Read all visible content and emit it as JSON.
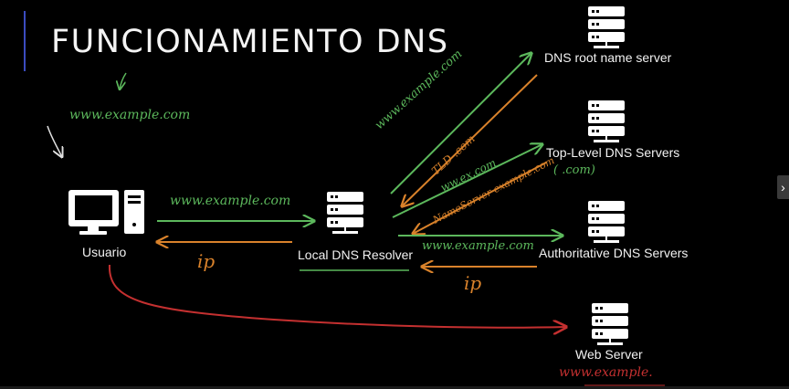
{
  "slide": {
    "title": "FUNCIONAMIENTO DNS"
  },
  "nodes": {
    "usuario": "Usuario",
    "local_resolver": "Local DNS Resolver",
    "root_server": "DNS root name server",
    "tld_servers": "Top-Level DNS Servers",
    "tld_note": "( .com)",
    "authoritative_servers": "Authoritative DNS Servers",
    "web_server": "Web Server"
  },
  "annotations": {
    "top_domain": "www.example.com",
    "user_to_resolver": "www.example.com",
    "resolver_to_user": "ip",
    "resolver_to_root": "www.example.com",
    "root_to_resolver": "TLD .com",
    "resolver_to_tld": "ww.ex.com",
    "tld_to_resolver": "NameServer example.com",
    "resolver_to_auth": "www.example.com",
    "auth_to_resolver": "ip",
    "web_server_note": "www.example."
  },
  "colors": {
    "background": "#000000",
    "green_arrow": "#5cb85c",
    "orange_arrow": "#d9822b",
    "red_arrow": "#c43030",
    "icon": "#ffffff"
  },
  "icons": [
    "computer-icon",
    "server-icon"
  ]
}
